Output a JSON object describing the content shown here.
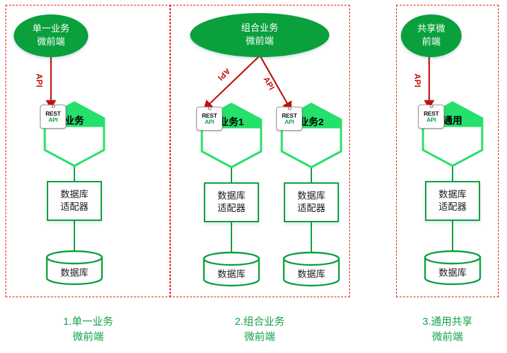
{
  "diagram": {
    "title_colors": {
      "green": "#0aa03c",
      "hex_fill": "#25e06a",
      "red_dashed": "#e8190f",
      "arrow_red": "#c0120b",
      "caption_green": "#13a24a"
    },
    "panels": [
      {
        "id": "panel-1",
        "caption_lines": [
          "1.单一业务",
          "微前端"
        ],
        "ellipse": {
          "lines": [
            "单一业务",
            "微前端"
          ]
        },
        "arrows": [
          {
            "label": "API"
          }
        ],
        "services": [
          {
            "badge_lines": [
              "REST",
              "API"
            ],
            "hex_label": "业务",
            "adapter_lines": [
              "数据库",
              "适配器"
            ],
            "database_label": "数据库"
          }
        ]
      },
      {
        "id": "panel-2",
        "caption_lines": [
          "2.组合业务",
          "微前端"
        ],
        "ellipse": {
          "lines": [
            "组合业务",
            "微前端"
          ]
        },
        "arrows": [
          {
            "label": "API"
          },
          {
            "label": "API"
          }
        ],
        "services": [
          {
            "badge_lines": [
              "REST",
              "API"
            ],
            "hex_label": "业务1",
            "adapter_lines": [
              "数据库",
              "适配器"
            ],
            "database_label": "数据库"
          },
          {
            "badge_lines": [
              "REST",
              "API"
            ],
            "hex_label": "业务2",
            "adapter_lines": [
              "数据库",
              "适配器"
            ],
            "database_label": "数据库"
          }
        ]
      },
      {
        "id": "panel-3",
        "caption_lines": [
          "3.通用共享",
          "微前端"
        ],
        "ellipse": {
          "lines": [
            "共享微",
            "前端"
          ]
        },
        "arrows": [
          {
            "label": "API"
          }
        ],
        "services": [
          {
            "badge_lines": [
              "REST",
              "API"
            ],
            "hex_label": "通用",
            "adapter_lines": [
              "数据库",
              "适配器"
            ],
            "database_label": "数据库"
          }
        ]
      }
    ]
  }
}
